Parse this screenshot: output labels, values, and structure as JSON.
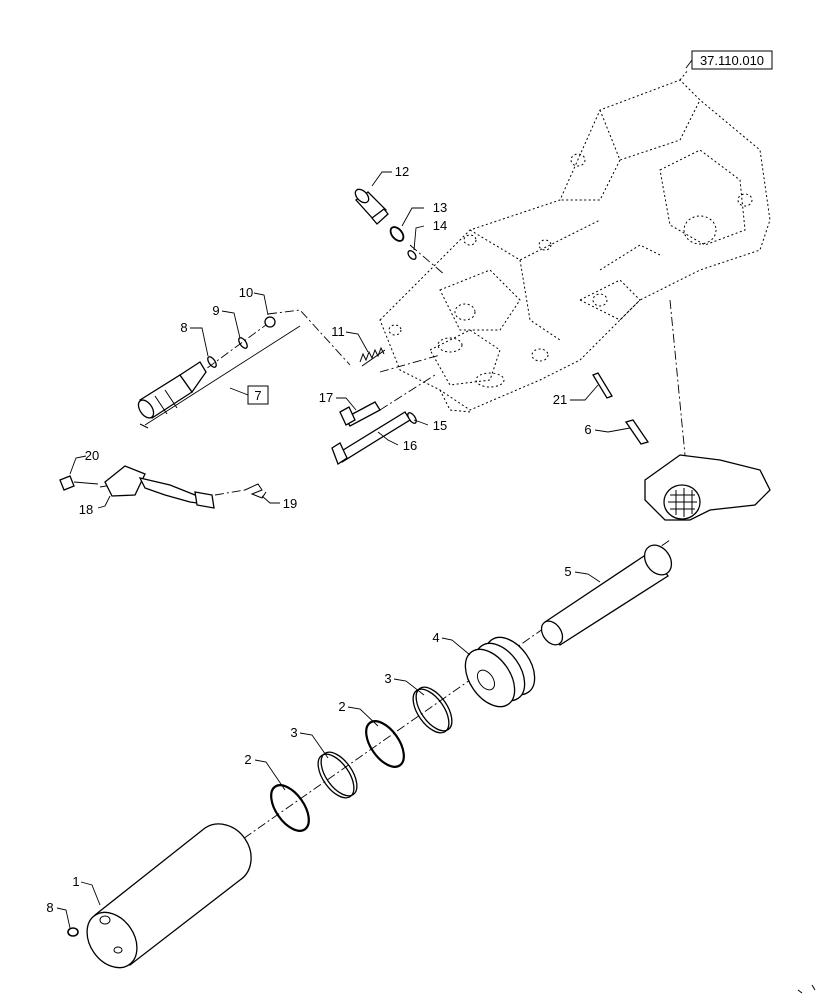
{
  "reference_box": "37.110.010",
  "group_box": "7",
  "callouts": {
    "c1": "1",
    "c2a": "2",
    "c2b": "2",
    "c3a": "3",
    "c3b": "3",
    "c4": "4",
    "c5": "5",
    "c6": "6",
    "c7": "7",
    "c8a": "8",
    "c8b": "8",
    "c9": "9",
    "c10": "10",
    "c11": "11",
    "c12": "12",
    "c13": "13",
    "c14": "14",
    "c15": "15",
    "c16": "16",
    "c17": "17",
    "c18": "18",
    "c19": "19",
    "c20": "20",
    "c21": "21"
  }
}
